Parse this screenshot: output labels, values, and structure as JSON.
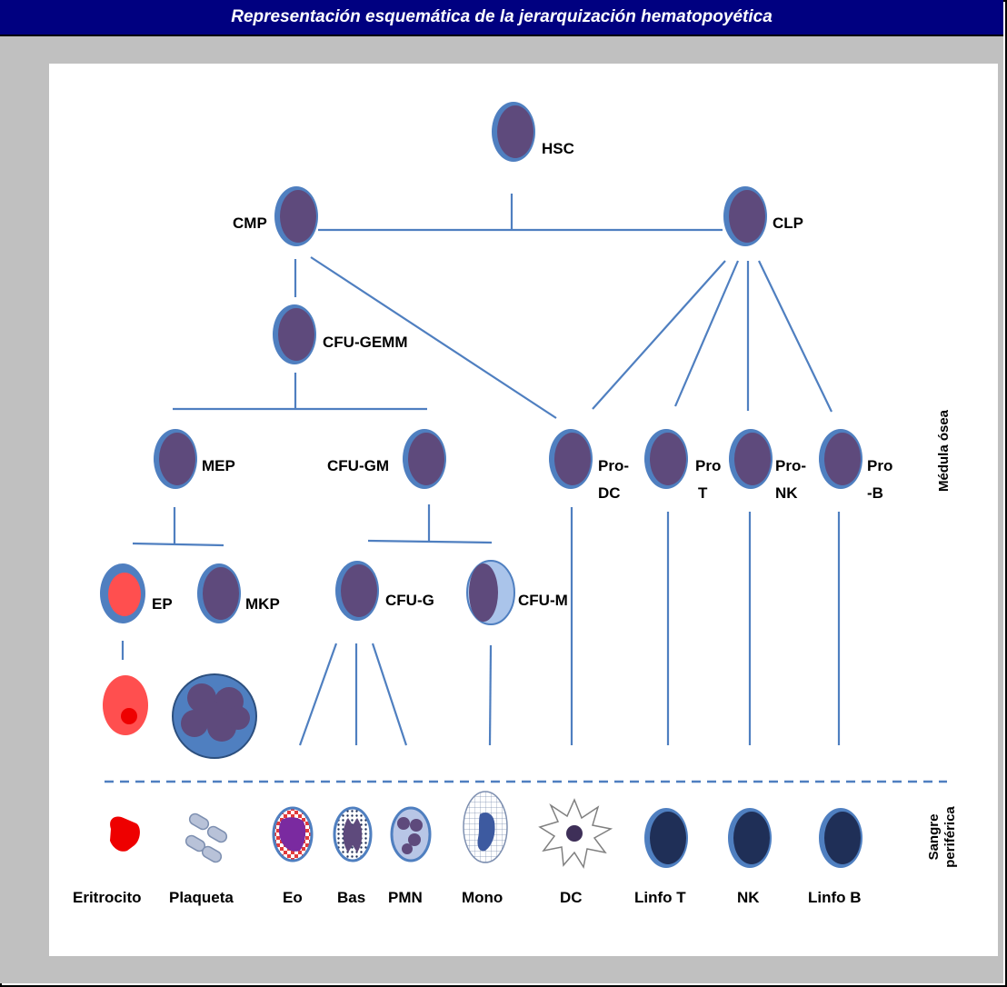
{
  "title": "Representación esquemática de la jerarquización hematopoyética",
  "colors": {
    "title_bar": "#000080",
    "background": "#c0c0c0",
    "panel": "#ffffff",
    "cell_outer": "#4f7fc0",
    "cell_nucleus": "#5e4a7c",
    "line": "#4f7fc0",
    "erythro": "#ff4f4f",
    "lymph_nucleus": "#1f2f57"
  },
  "progenitors": {
    "hsc": "HSC",
    "cmp": "CMP",
    "clp": "CLP",
    "cfu_gemm": "CFU-GEMM",
    "mep": "MEP",
    "cfu_gm": "CFU-GM",
    "ep": "EP",
    "mkp": "MKP",
    "cfu_g": "CFU-G",
    "cfu_m": "CFU-M",
    "pro_dc": [
      "Pro-",
      "DC"
    ],
    "pro_t": [
      "Pro",
      "T"
    ],
    "pro_nk": [
      "Pro-",
      "NK"
    ],
    "pro_b": [
      "Pro",
      "-B"
    ]
  },
  "mature_cells": {
    "eritrocito": "Eritrocito",
    "plaqueta": "Plaqueta",
    "eo": "Eo",
    "bas": "Bas",
    "pmn": "PMN",
    "mono": "Mono",
    "dc": "DC",
    "linfo_t": "Linfo T",
    "nk": "NK",
    "linfo_b": "Linfo B"
  },
  "side_labels": {
    "bone_marrow": "Médula ósea",
    "peripheral_blood": [
      "Sangre",
      "periférica"
    ]
  }
}
